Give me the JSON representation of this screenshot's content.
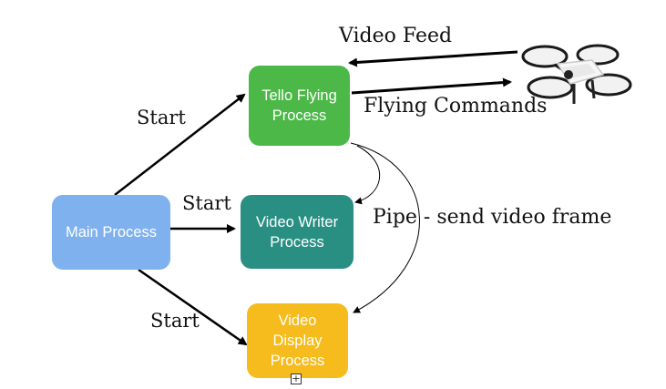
{
  "diagram": {
    "nodes": [
      {
        "id": "main",
        "label": "Main Process",
        "color": "#7fb1ef"
      },
      {
        "id": "tello",
        "label": "Tello Flying\nProcess",
        "color": "#4bb847"
      },
      {
        "id": "writer",
        "label": "Video Writer\nProcess",
        "color": "#2a8f83"
      },
      {
        "id": "display",
        "label": "Video\nDisplay\nProcess",
        "color": "#f6bc1d"
      }
    ],
    "labels": {
      "start_tello": "Start",
      "start_writer": "Start",
      "start_display": "Start",
      "video_feed": "Video Feed",
      "flying_commands": "Flying Commands",
      "pipe": "Pipe - send video frame"
    },
    "icons": {
      "drone": "drone-icon",
      "handle": "resize-handle-icon"
    }
  }
}
